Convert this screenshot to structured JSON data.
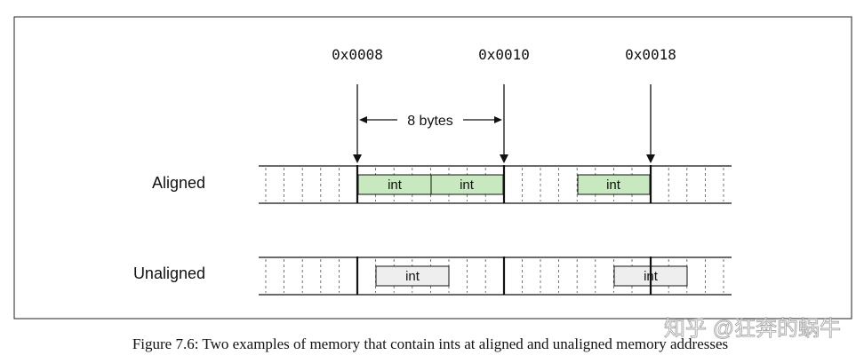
{
  "addresses": [
    "0x0008",
    "0x0010",
    "0x0018"
  ],
  "span_label": "8 bytes",
  "rows": {
    "aligned": {
      "label": "Aligned",
      "cells": [
        "int",
        "int",
        "int"
      ]
    },
    "unaligned": {
      "label": "Unaligned",
      "cells": [
        "int",
        "int"
      ]
    }
  },
  "caption": "Figure 7.6: Two examples of memory that contain ints at aligned and unaligned memory addresses",
  "watermark": "知乎 @狂奔的蜗牛",
  "colors": {
    "int_aligned_fill": "#c8e8c0",
    "int_unaligned_fill": "#eeeeee",
    "stroke": "#111111"
  }
}
